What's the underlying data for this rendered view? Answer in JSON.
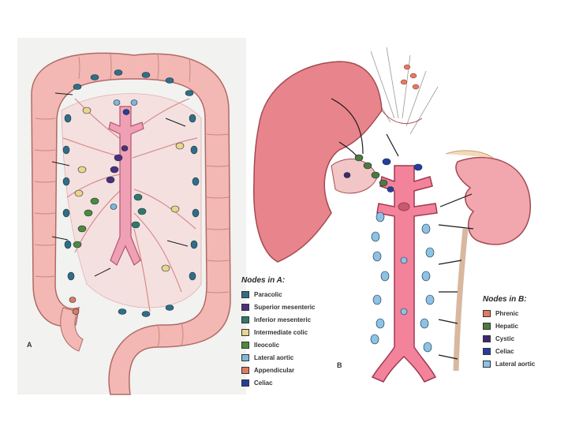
{
  "panel_a": {
    "letter": "A",
    "legend_title": "Nodes in A:",
    "legend": [
      {
        "label": "Paracolic",
        "color": "#2f6e86"
      },
      {
        "label": "Superior mesenteric",
        "color": "#4b2f7e"
      },
      {
        "label": "Inferior mesenteric",
        "color": "#2f7a6a"
      },
      {
        "label": "Intermediate colic",
        "color": "#e9d58c"
      },
      {
        "label": "Ileocolic",
        "color": "#4e8a3e"
      },
      {
        "label": "Lateral aortic",
        "color": "#7fb6dc"
      },
      {
        "label": "Appendicular",
        "color": "#e27a62"
      },
      {
        "label": "Celiac",
        "color": "#243e9e"
      }
    ]
  },
  "panel_b": {
    "letter": "B",
    "legend_title": "Nodes in B:",
    "legend": [
      {
        "label": "Phrenic",
        "color": "#e27a62"
      },
      {
        "label": "Hepatic",
        "color": "#4e7a3e"
      },
      {
        "label": "Cystic",
        "color": "#3e2a6e"
      },
      {
        "label": "Celiac",
        "color": "#243e9e"
      },
      {
        "label": "Lateral aortic",
        "color": "#8cc2e6"
      }
    ]
  }
}
